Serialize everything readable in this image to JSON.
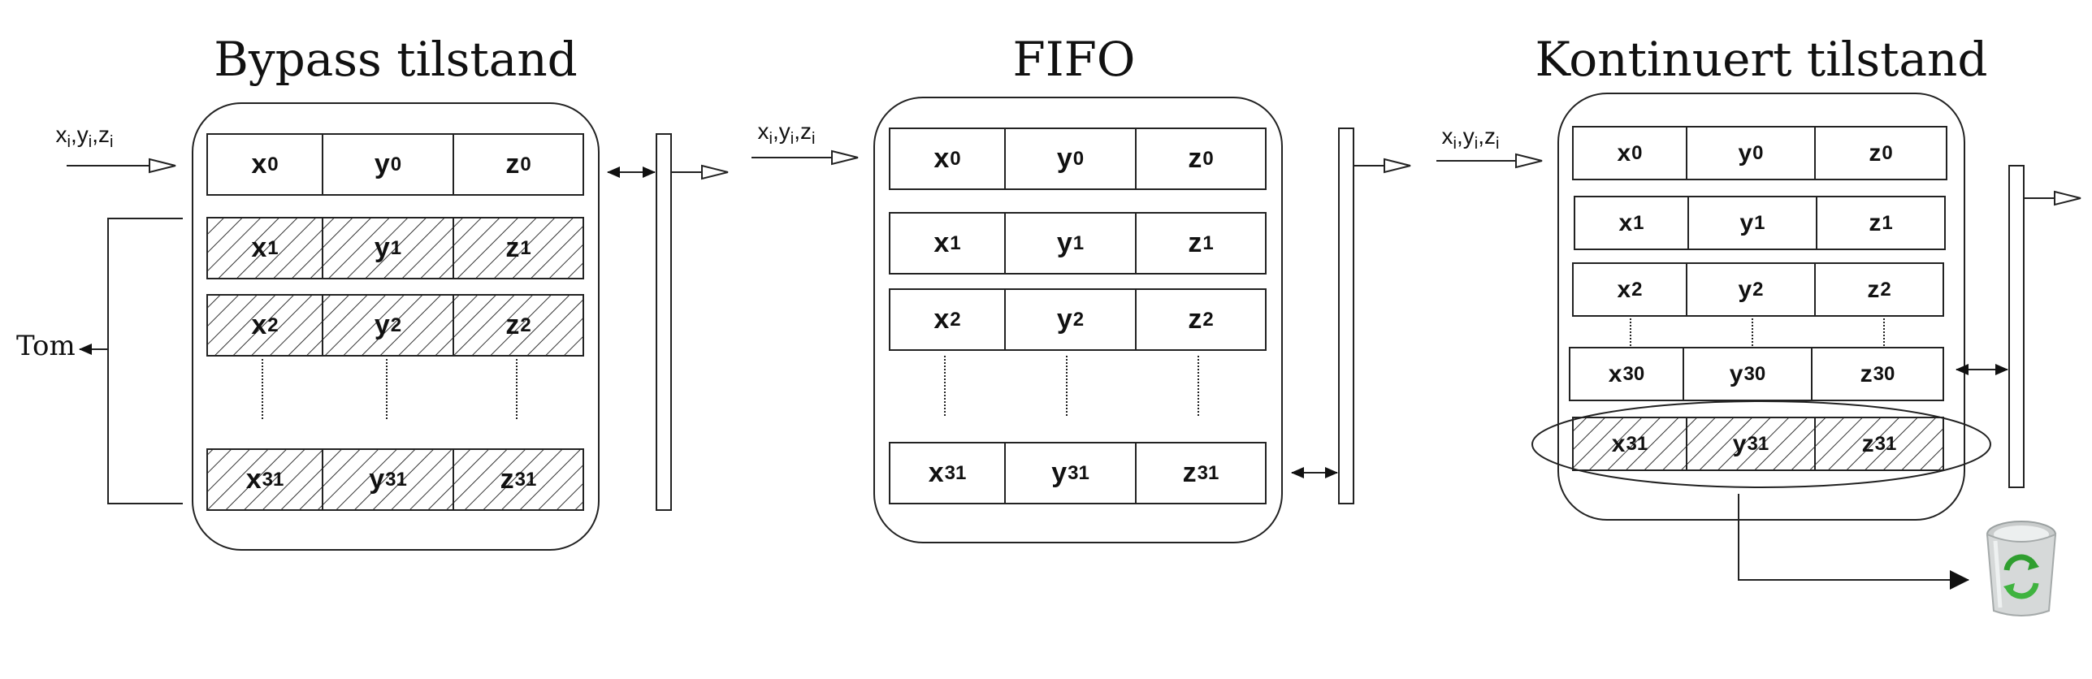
{
  "panels": [
    {
      "title": "Bypass tilstand",
      "input_label": {
        "base": [
          "x",
          "y",
          "z"
        ],
        "sub": "i"
      }
    },
    {
      "title": "FIFO",
      "input_label": {
        "base": [
          "x",
          "y",
          "z"
        ],
        "sub": "i"
      }
    },
    {
      "title": "Kontinuert tilstand",
      "input_label": {
        "base": [
          "x",
          "y",
          "z"
        ],
        "sub": "i"
      }
    }
  ],
  "cells": {
    "bypass": {
      "row0": {
        "x": "0",
        "y": "0",
        "z": "0"
      },
      "row1": {
        "x": "1",
        "y": "1",
        "z": "1"
      },
      "row2": {
        "x": "2",
        "y": "2",
        "z": "2"
      },
      "row31": {
        "x": "31",
        "y": "31",
        "z": "31"
      }
    },
    "fifo": {
      "row0": {
        "x": "0",
        "y": "0",
        "z": "0"
      },
      "row1": {
        "x": "1",
        "y": "1",
        "z": "1"
      },
      "row2": {
        "x": "2",
        "y": "2",
        "z": "2"
      },
      "row31": {
        "x": "31",
        "y": "31",
        "z": "31"
      }
    },
    "continuous": {
      "row0": {
        "x": "0",
        "y": "0",
        "z": "0"
      },
      "row1": {
        "x": "1",
        "y": "1",
        "z": "1"
      },
      "row2": {
        "x": "2",
        "y": "2",
        "z": "2"
      },
      "row30": {
        "x": "30",
        "y": "30",
        "z": "30"
      },
      "row31": {
        "x": "31",
        "y": "31",
        "z": "31"
      }
    }
  },
  "letters": {
    "x": "x",
    "y": "y",
    "z": "z"
  },
  "tom_label": "Tom",
  "trash_icon": "recycle-bin-icon",
  "colors": {
    "line": "#222222",
    "trash_arrow": "#2f9e2f",
    "bin": "#d9dcdc"
  }
}
